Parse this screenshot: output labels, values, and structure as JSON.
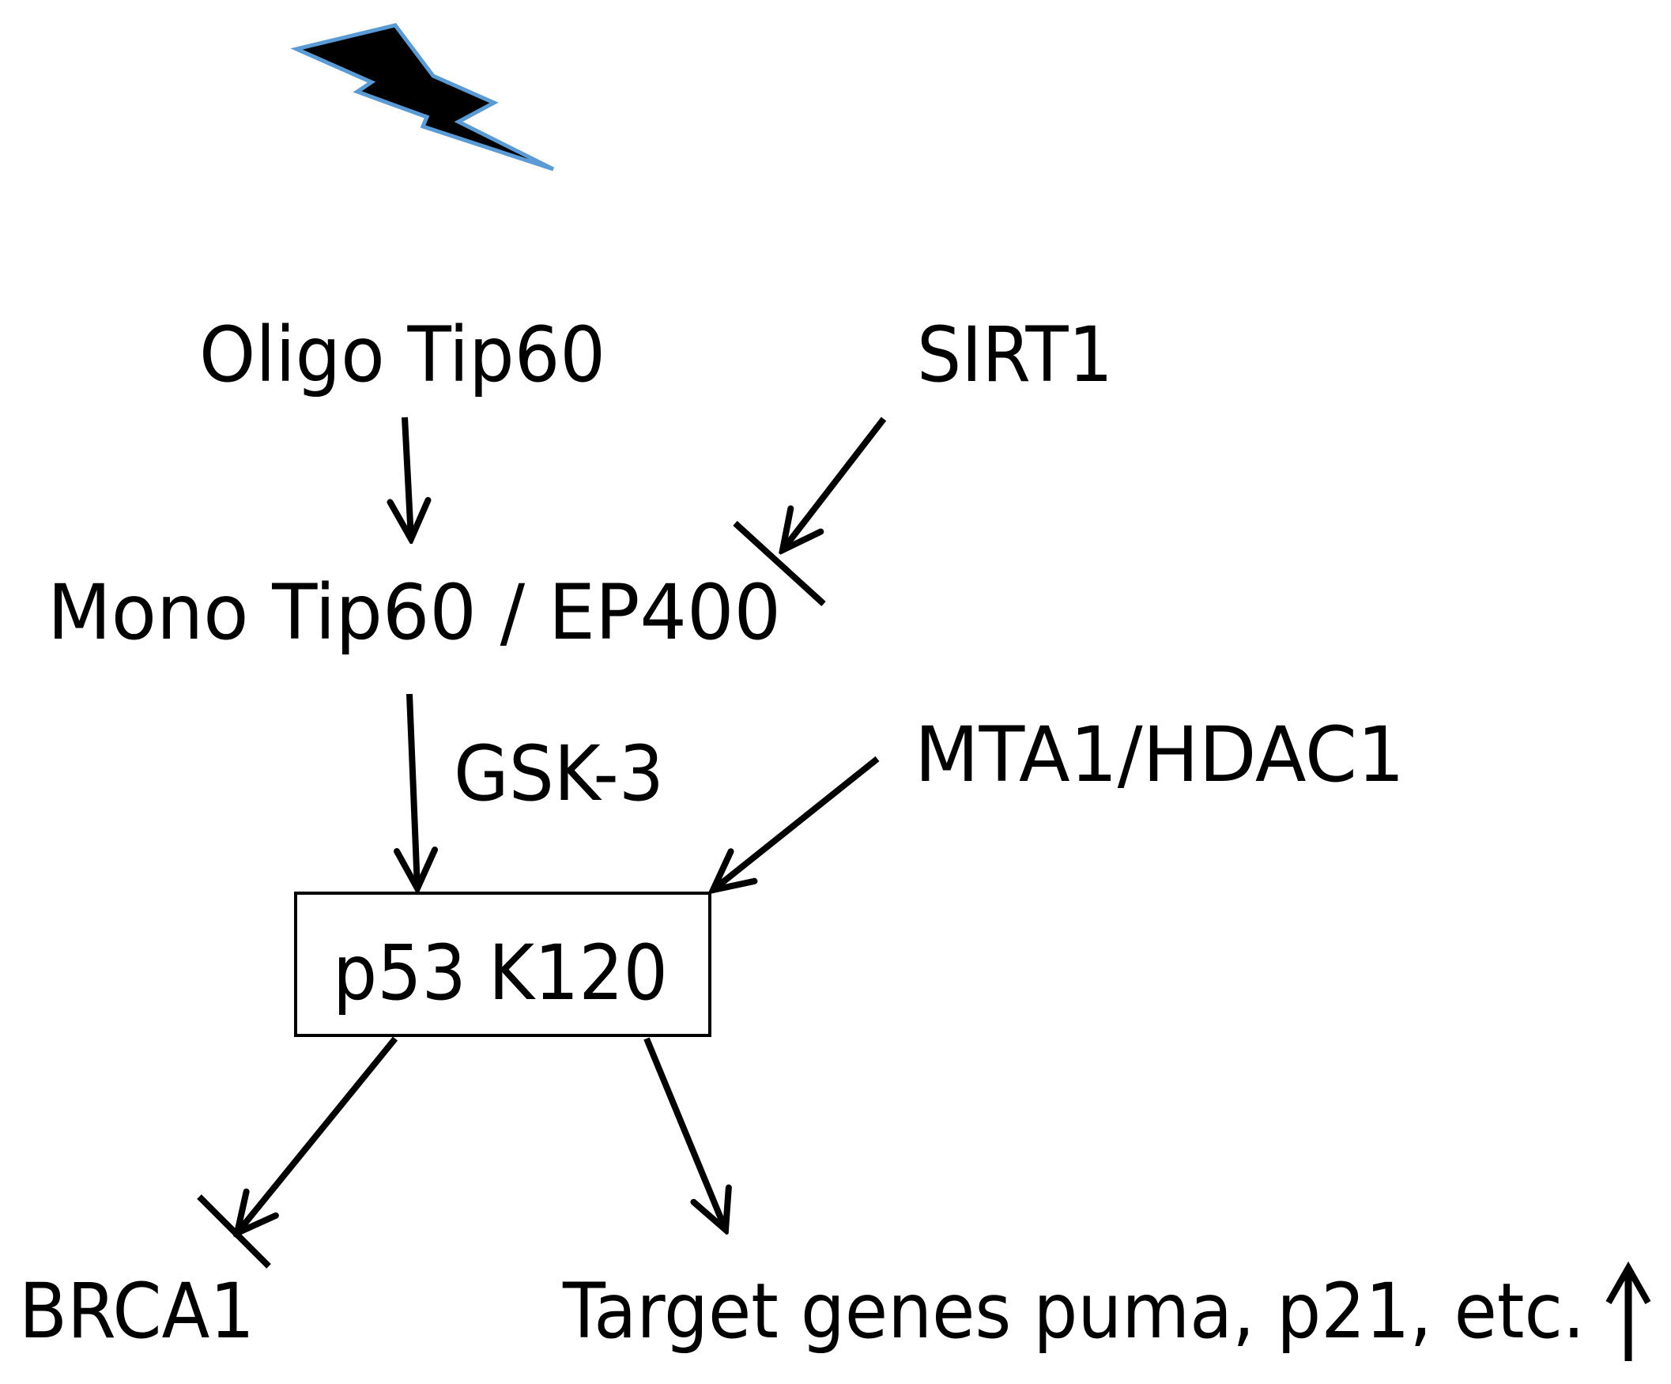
{
  "nodes": {
    "oligo_tip60": "Oligo Tip60",
    "sirt1": "SIRT1",
    "mono_tip60_ep400": "Mono Tip60 / EP400",
    "gsk3": "GSK-3",
    "mta1_hdac1": "MTA1/HDAC1",
    "p53_k120": "p53 K120",
    "brca1": "BRCA1",
    "target_genes": "Target genes puma, p21, etc."
  },
  "colors": {
    "ink": "#000000",
    "bolt_fill": "#000000",
    "bolt_outline": "#5b9bd5"
  },
  "icons": {
    "stimulus": "lightning-bolt-icon",
    "upregulation": "up-arrow-icon"
  }
}
